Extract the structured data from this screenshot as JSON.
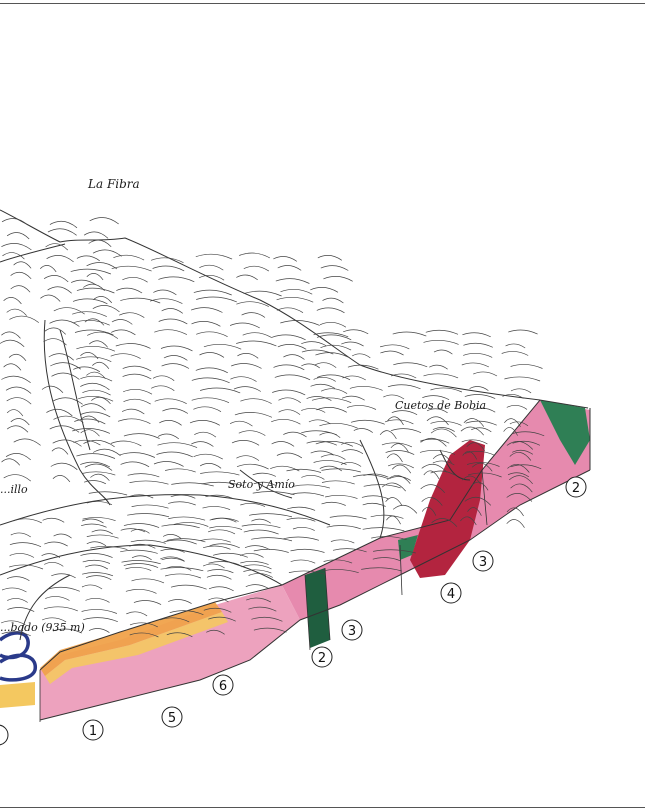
{
  "labels": {
    "peak": "La Fibra",
    "ridge": "Cuetos de Bobia",
    "town": "Soto y Amío",
    "partial_village": "...illo",
    "partial_elev": "...bado (935 m)"
  },
  "unit_markers": [
    "1",
    "5",
    "6",
    "2",
    "3",
    "4",
    "3",
    "2"
  ],
  "colors": {
    "pink": "#e27aa3",
    "pink_light": "#ec9ab9",
    "dark_red": "#b3243f",
    "green": "#2f7f55",
    "green_dark": "#1f5e3f",
    "orange": "#f0a24a",
    "yellow": "#f4c860",
    "blue": "#2a3a8a",
    "line": "#333333",
    "frame": "#555555"
  }
}
